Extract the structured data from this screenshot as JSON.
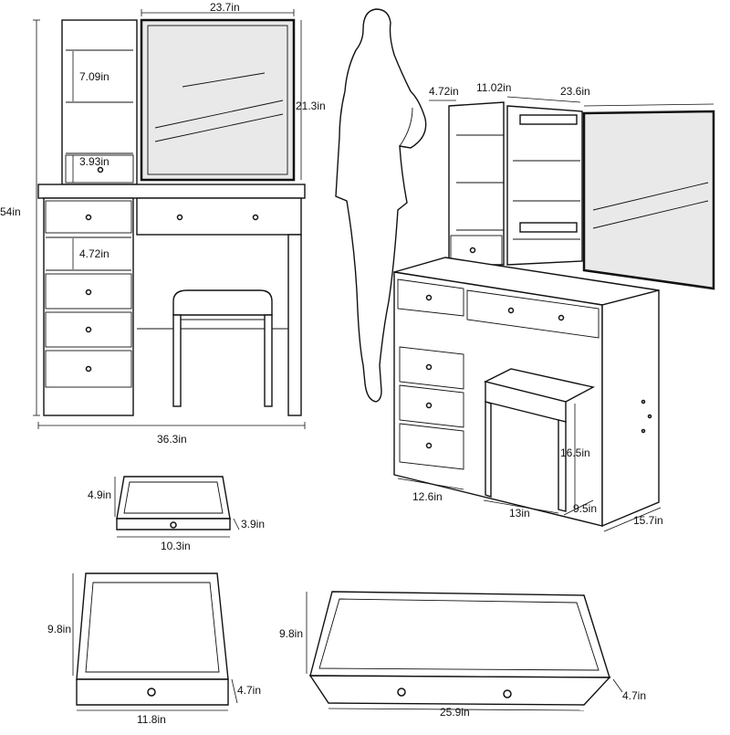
{
  "colors": {
    "line": "#111111",
    "background": "#ffffff",
    "mirror": "#e9e9e9"
  },
  "front_view": {
    "mirror_width": "23.7in",
    "mirror_height": "21.3in",
    "shelf_height": "7.09in",
    "small_drawer_height": "3.93in",
    "total_height": "54in",
    "open_shelf_height": "4.72in",
    "total_width": "36.3in"
  },
  "side_view": {
    "shelf_depth": "4.72in",
    "shelf_width": "11.02in",
    "mirror_width": "23.6in",
    "stool_height": "16.5in",
    "cabinet_width": "12.6in",
    "stool_width": "13in",
    "stool_depth": "9.5in",
    "desk_depth": "15.7in"
  },
  "small_drawer": {
    "depth": "4.9in",
    "height": "3.9in",
    "width": "10.3in"
  },
  "medium_drawer": {
    "depth": "9.8in",
    "height": "4.7in",
    "width": "11.8in"
  },
  "large_drawer": {
    "depth": "9.8in",
    "height": "4.7in",
    "width": "25.9in"
  }
}
